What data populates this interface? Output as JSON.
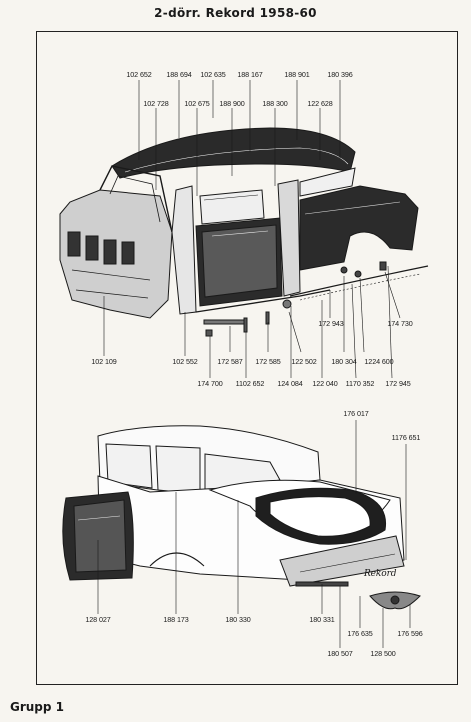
{
  "header": {
    "title": "2-dörr. Rekord 1958-60"
  },
  "upper_parts": [
    "102 652",
    "188 694",
    "102 635",
    "188 167",
    "188 901",
    "180 396",
    "102 728",
    "102 675",
    "188 900",
    "188 300",
    "122 628",
    "102 109",
    "102 552",
    "174 700",
    "172 587",
    "1102 652",
    "172 585",
    "124 084",
    "122 502",
    "122 040",
    "172 943",
    "180 304",
    "1224 600",
    "1170 352",
    "174 730",
    "172 945"
  ],
  "lower_parts": [
    "176 017",
    "1176 651",
    "128 027",
    "188 173",
    "180 330",
    "180 331",
    "180 507",
    "176 635",
    "128 500",
    "176 596"
  ],
  "emblem_script": "Rekord",
  "footer": {
    "group_label": "Grupp 1"
  }
}
